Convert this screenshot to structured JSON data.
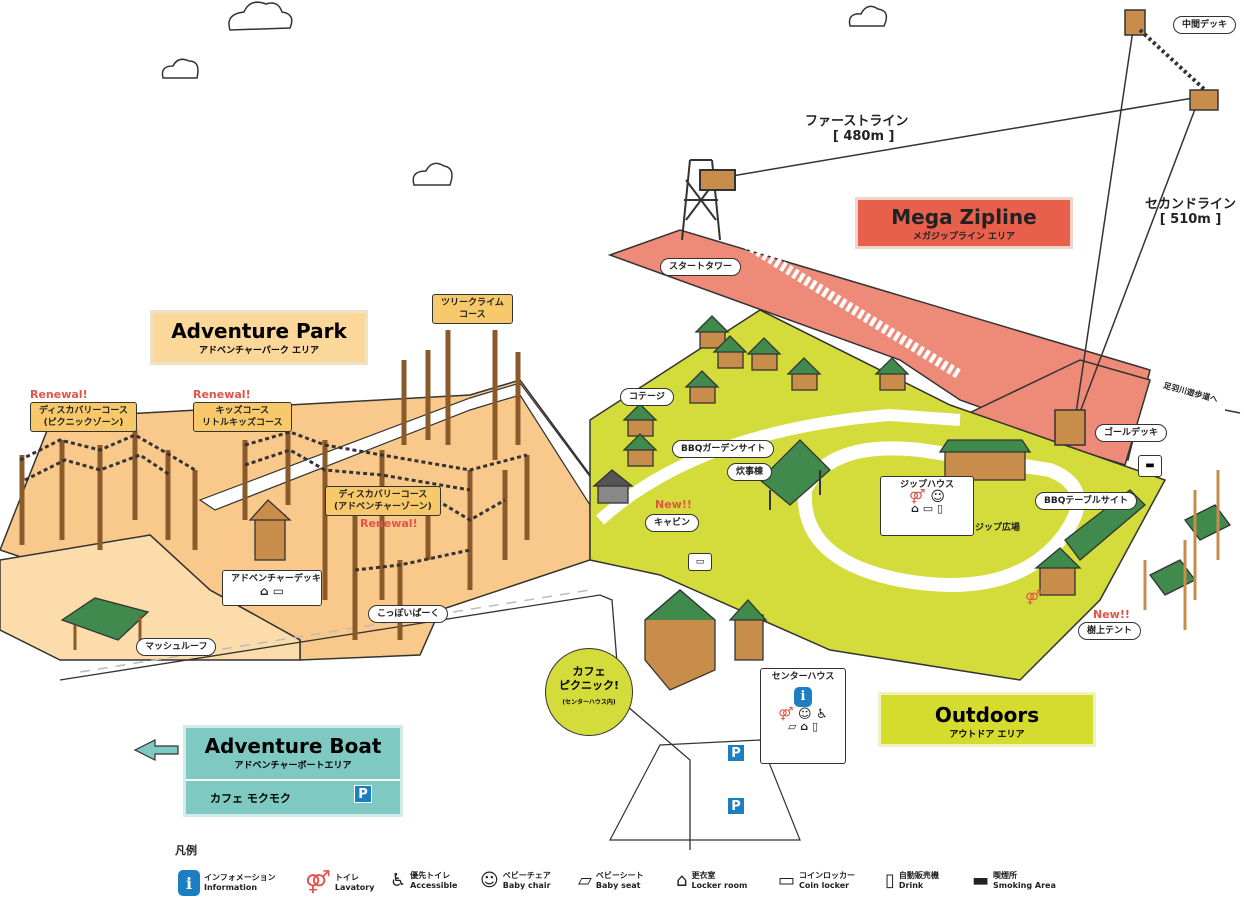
{
  "areas": {
    "adventure_park": {
      "en": "Adventure Park",
      "ja": "アドベンチャーパーク エリア"
    },
    "mega_zipline": {
      "en": "Mega Zipline",
      "ja": "メガジップライン エリア"
    },
    "outdoors": {
      "en": "Outdoors",
      "ja": "アウトドア エリア"
    },
    "adventure_boat": {
      "en": "Adventure Boat",
      "ja": "アドベンチャーボートエリア",
      "cafe": "カフェ モクモク",
      "parking": "P"
    }
  },
  "zipline": {
    "first_line": "ファーストライン",
    "first_length": "[ 480m ]",
    "second_line": "セカンドライン",
    "second_length": "[ 510m ]"
  },
  "labels": {
    "middle_deck": "中間デッキ",
    "start_tower": "スタートタワー",
    "goal_deck": "ゴールデッキ",
    "ashiwa_path": "足羽川遊歩道へ",
    "tree_climb": "ツリークライム\nコース",
    "discovery_picnic": "ディスカバリーコース\n(ピクニックゾーン)",
    "kids_course": "キッズコース\nリトルキッズコース",
    "discovery_adventure": "ディスカバリーコース\n(アドベンチャーゾーン)",
    "adventure_deck": "アドベンチャーデッキ",
    "mushroof": "マッシュルーフ",
    "koppoi_park": "こっぽいぱーく",
    "cottage": "コテージ",
    "bbq_garden": "BBQガーデンサイト",
    "cooking_building": "炊事棟",
    "cabin": "キャビン",
    "zip_house": "ジップハウス",
    "zip_plaza": "ジップ広場",
    "bbq_table": "BBQテーブルサイト",
    "tree_tent": "樹上テント",
    "center_house": "センターハウス",
    "cafe_picnic": "カフェ\nピクニック!",
    "cafe_picnic_sub": "(センターハウス内)"
  },
  "badges": {
    "renewal": "Renewal!",
    "new": "New!!"
  },
  "parking": "P",
  "legend": {
    "title": "凡例",
    "items": [
      {
        "ja": "インフォメーション",
        "en": "Information",
        "icon": "information-icon"
      },
      {
        "ja": "トイレ",
        "en": "Lavatory",
        "icon": "lavatory-icon"
      },
      {
        "ja": "優先トイレ",
        "en": "Accessible",
        "icon": "accessible-icon"
      },
      {
        "ja": "ベビーチェア",
        "en": "Baby chair",
        "icon": "baby-chair-icon"
      },
      {
        "ja": "ベビーシート",
        "en": "Baby seat",
        "icon": "baby-seat-icon"
      },
      {
        "ja": "更衣室",
        "en": "Locker room",
        "icon": "locker-room-icon"
      },
      {
        "ja": "コインロッカー",
        "en": "Coin locker",
        "icon": "coin-locker-icon"
      },
      {
        "ja": "自動販売機",
        "en": "Drink",
        "icon": "drink-icon"
      },
      {
        "ja": "喫煙所",
        "en": "Smoking Area",
        "icon": "smoking-icon"
      }
    ]
  },
  "colors": {
    "park_orange": "#f8c98a",
    "park_light": "#fbdcaa",
    "zipline_red": "#ee8a78",
    "zipline_title": "#e8604c",
    "outdoor_green": "#d4dc3c",
    "outdoor_title": "#d6dc2e",
    "boat_teal": "#7ec9c2",
    "roof_green": "#3f8a4c",
    "info_blue": "#1c7fc1"
  }
}
